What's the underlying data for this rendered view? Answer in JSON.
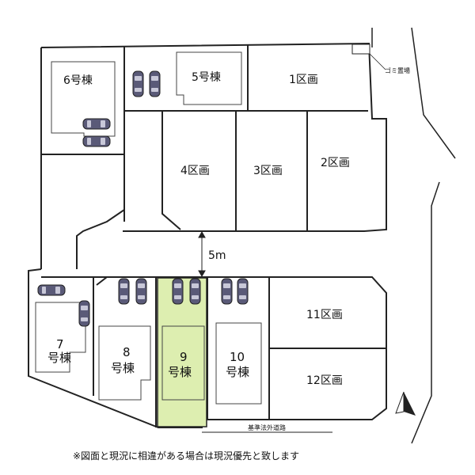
{
  "lots": {
    "house6": "6号棟",
    "house5": "5号棟",
    "plot1": "1区画",
    "plot2": "2区画",
    "plot3": "3区画",
    "plot4": "4区画",
    "house7_num": "7",
    "house7_suffix": "号棟",
    "house8_num": "8",
    "house8_suffix": "号棟",
    "house9_num": "9",
    "house9_suffix": "号棟",
    "house10_num": "10",
    "house10_suffix": "号棟",
    "plot11": "11区画",
    "plot12": "12区画"
  },
  "labels": {
    "garbage": "ゴミ置場",
    "road_width": "5m",
    "outside_road": "基準法外道路"
  },
  "footer_note": "※図面と現況に相違がある場合は現況優先と致します",
  "colors": {
    "highlight": "#ddeeb0",
    "car": "#5a5a78",
    "line": "#222222"
  }
}
